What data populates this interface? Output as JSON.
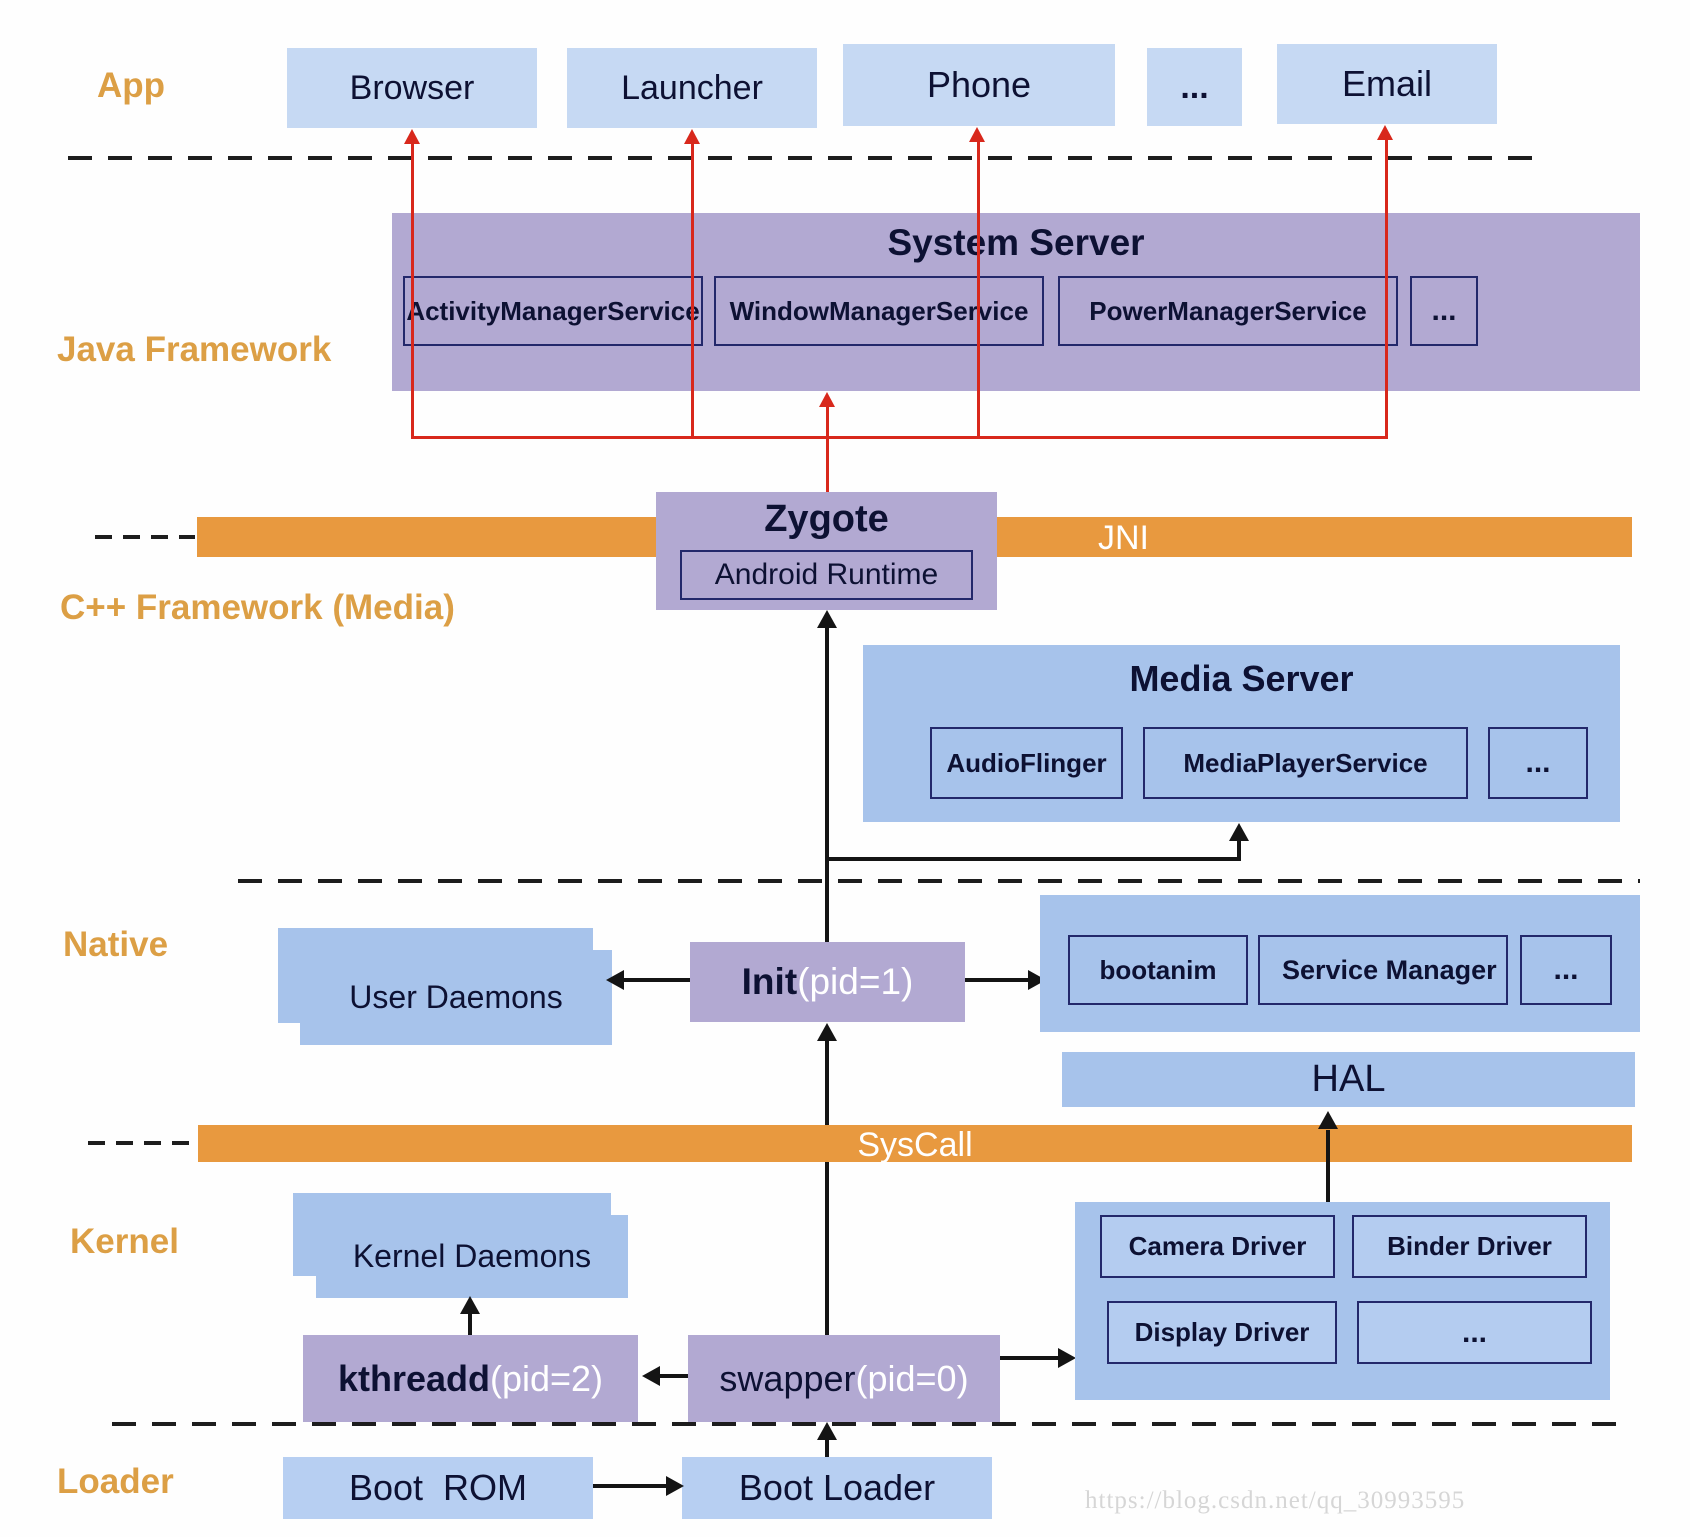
{
  "section_labels": {
    "app": "App",
    "java": "Java Framework",
    "cpp": "C++ Framework (Media)",
    "native": "Native",
    "kernel": "Kernel",
    "loader": "Loader"
  },
  "apps": {
    "browser": "Browser",
    "launcher": "Launcher",
    "phone": "Phone",
    "more": "...",
    "email": "Email"
  },
  "system_server": {
    "title": "System Server",
    "services": [
      "ActivityManagerService",
      "WindowManagerService",
      "PowerManagerService",
      "..."
    ]
  },
  "zygote": {
    "title": "Zygote",
    "runtime": "Android Runtime"
  },
  "bars": {
    "jni": "JNI",
    "syscall": "SysCall"
  },
  "media_server": {
    "title": "Media Server",
    "services": [
      "AudioFlinger",
      "MediaPlayerService",
      "..."
    ]
  },
  "native_layer": {
    "user_daemons": "User Daemons",
    "init": {
      "name": "Init",
      "pid": "(pid=1)"
    },
    "daemons": [
      "bootanim",
      "Service Manager",
      "..."
    ],
    "hal": "HAL"
  },
  "kernel_layer": {
    "kernel_daemons": "Kernel Daemons",
    "kthreadd": {
      "name": "kthreadd",
      "pid": "(pid=2)"
    },
    "swapper": {
      "name": "swapper",
      "pid": "(pid=0)"
    },
    "drivers": [
      "Camera Driver",
      "Binder Driver",
      "Display Driver",
      "..."
    ]
  },
  "loader_layer": {
    "boot_rom": "Boot  ROM",
    "boot_loader": "Boot Loader"
  },
  "watermark": "https://blog.csdn.net/qq_30993595",
  "colors": {
    "accent_orange": "#e8993f",
    "label_orange": "#dc9f45",
    "purple": "#b2a9d2",
    "box_blue_light": "#c6d9f3",
    "box_blue": "#a7c3eb",
    "arrow_red": "#d8281c",
    "line_black": "#141414",
    "text_navy": "#0d1133"
  }
}
